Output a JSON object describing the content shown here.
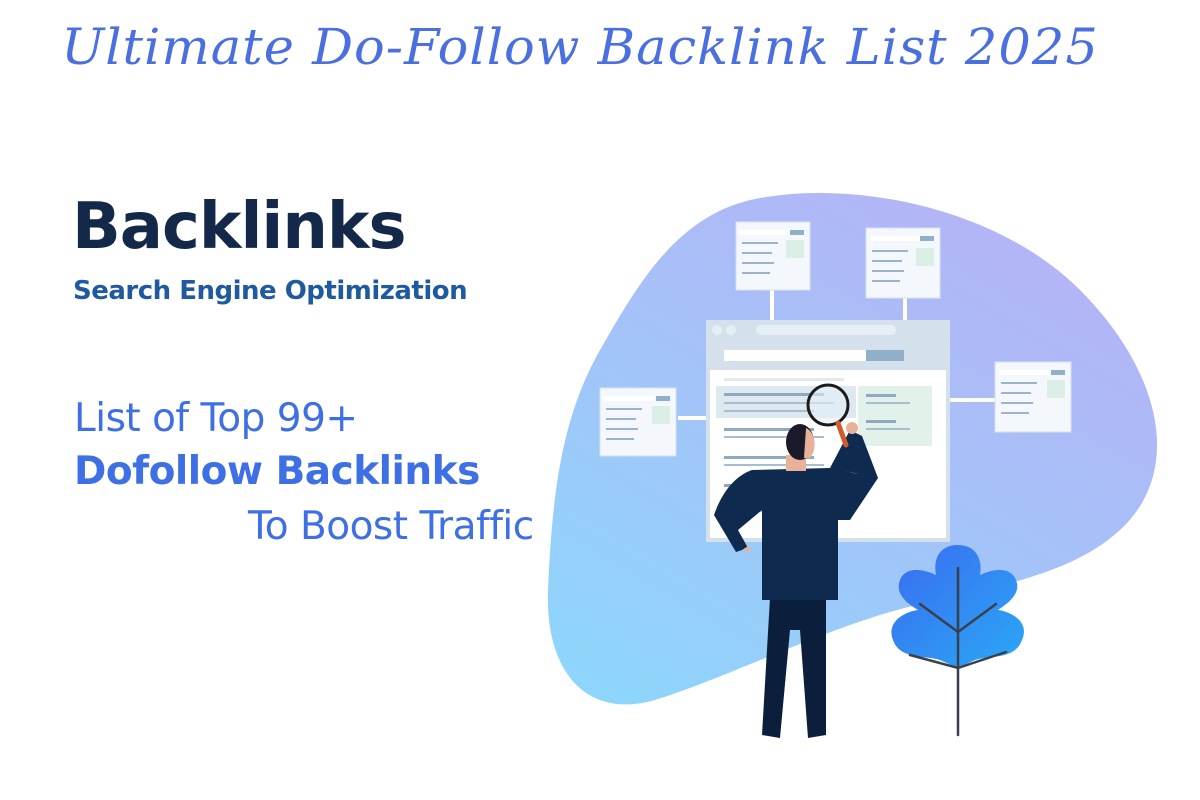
{
  "banner": {
    "title": "Ultimate Do-Follow Backlink List 2025"
  },
  "hero": {
    "headline": "Backlinks",
    "subheadline": "Search Engine Optimization",
    "promo_line1": "List of Top 99+",
    "promo_line2": "Dofollow Backlinks",
    "promo_line3": "To Boost Traffic"
  },
  "illustration": {
    "description": "Man in dark suit holding a magnifying glass examining a central web page connected to four smaller linked web pages, on a blue-purple blob background with a blue leaf plant",
    "icons": [
      "blob-background",
      "browser-window-icon",
      "linked-page-icon",
      "magnifying-glass-icon",
      "person-figure",
      "leaf-plant-icon"
    ]
  },
  "colors": {
    "title_blue": "#4a6fe0",
    "headline_navy": "#14284a",
    "subhead_blue": "#1f5aa0",
    "promo_blue": "#3e6fe4",
    "blob_top": "#b3b3f7",
    "blob_bottom": "#8fd3fb",
    "suit_navy": "#0f2a4f",
    "leaf_blue": "#3f7cf0"
  }
}
